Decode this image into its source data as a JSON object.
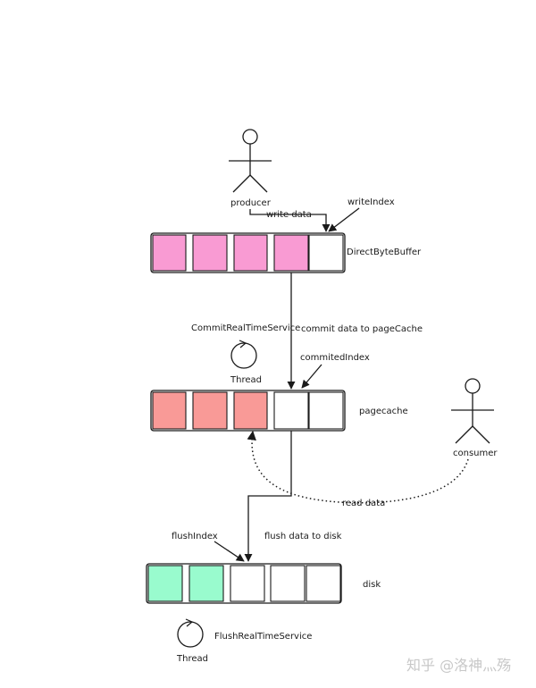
{
  "actors": {
    "producer": "producer",
    "consumer": "consumer"
  },
  "labels": {
    "write_data": "write data",
    "write_index": "writeIndex",
    "direct_byte_buffer": "DirectByteBuffer",
    "commit_service": "CommitRealTimeService",
    "commit_data": "commit data to pageCache",
    "commited_index": "commitedIndex",
    "thread_commit": "Thread",
    "pagecache": "pagecache",
    "read_data": "read data",
    "flush_index": "flushIndex",
    "flush_data": "flush data to disk",
    "disk": "disk",
    "flush_service": "FlushRealTimeService",
    "thread_flush": "Thread"
  },
  "buffers": {
    "direct_byte_buffer": {
      "cells": 5,
      "filled": 4,
      "fill_color": "#f99bd3"
    },
    "pagecache": {
      "cells": 5,
      "filled": 3,
      "fill_color": "#f99a97"
    },
    "disk": {
      "cells": 5,
      "filled": 2,
      "fill_color": "#99fbce"
    }
  },
  "watermark": "知乎 @洛神灬殇"
}
